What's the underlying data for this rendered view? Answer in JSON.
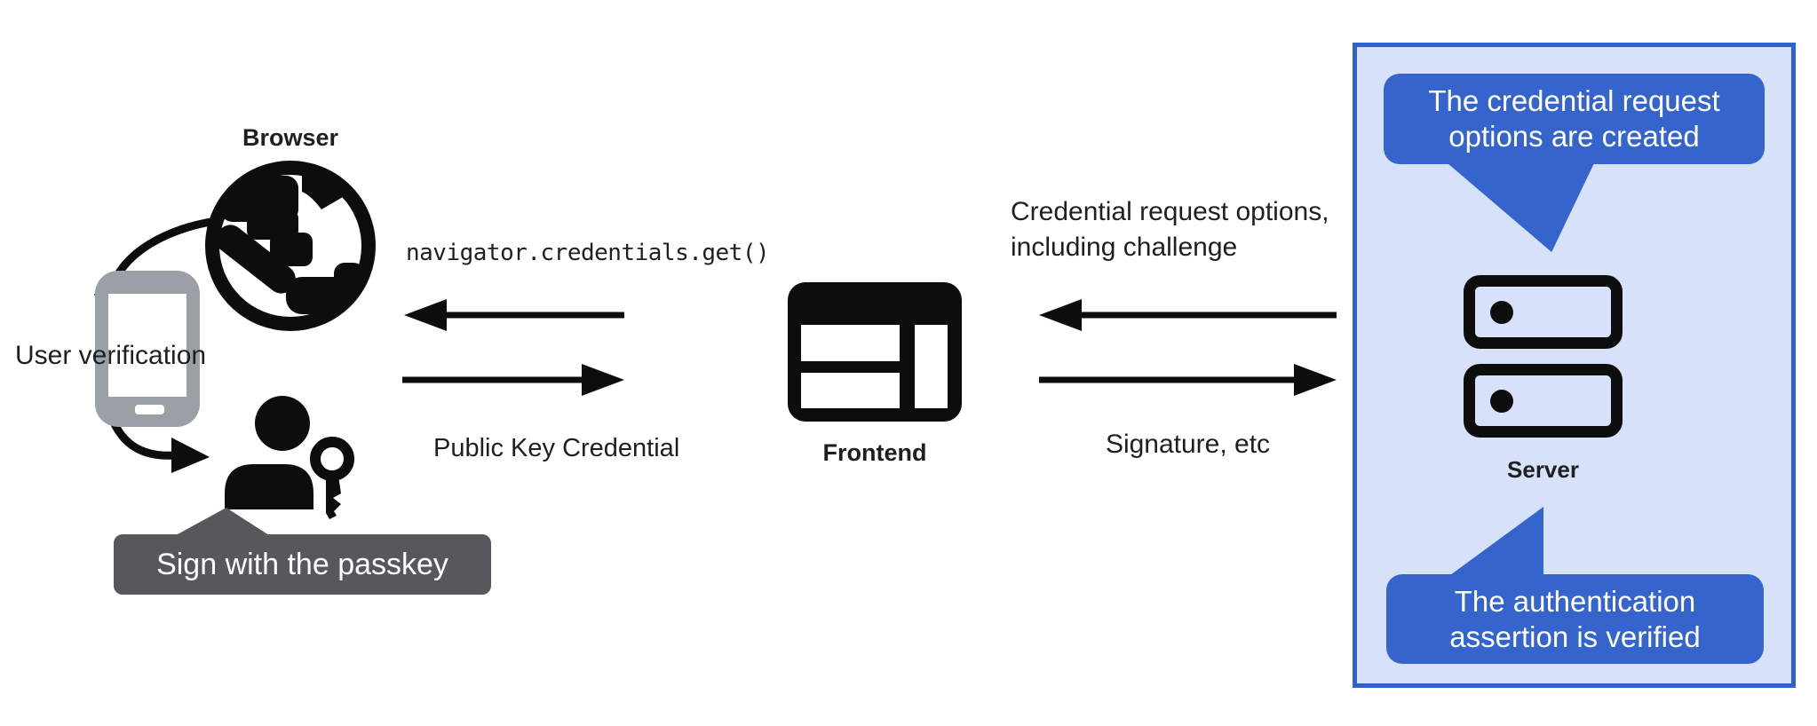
{
  "left": {
    "browser_label": "Browser",
    "user_verification": "User verification",
    "passkey_bubble": "Sign with the passkey"
  },
  "middle": {
    "code_call": "navigator.credentials.get()",
    "return_value": "Public Key Credential",
    "frontend_label": "Frontend"
  },
  "right": {
    "request_line1": "Credential request options,",
    "request_line2": "including challenge",
    "response": "Signature, etc"
  },
  "panel": {
    "server_label": "Server",
    "top_bubble_line1": "The credential request",
    "top_bubble_line2": "options are created",
    "bottom_bubble_line1": "The authentication",
    "bottom_bubble_line2": "assertion is verified"
  },
  "icons": {
    "browser": "globe-icon",
    "user_device": "smartphone-icon",
    "user": "person-with-key-icon",
    "frontend": "browser-window-icon",
    "server": "server-stack-icon"
  },
  "colors": {
    "bubble_blue": "#3564cd",
    "panel_background": "#d7e2fa",
    "panel_border": "#2e61c9",
    "gray_bubble": "#57585b",
    "phone_gray": "#9aa0a6",
    "ink": "#1e1f21"
  }
}
